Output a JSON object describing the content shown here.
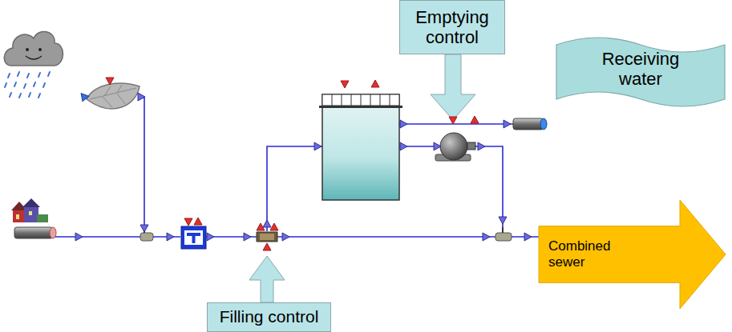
{
  "diagram": {
    "nodes": [
      {
        "text": [
          "Emptying control"
        ]
      },
      {
        "text": [
          "Receiving water"
        ]
      },
      {
        "text": [
          "Combined sewer"
        ]
      },
      {
        "text": [
          "Filling control"
        ]
      }
    ]
  }
}
